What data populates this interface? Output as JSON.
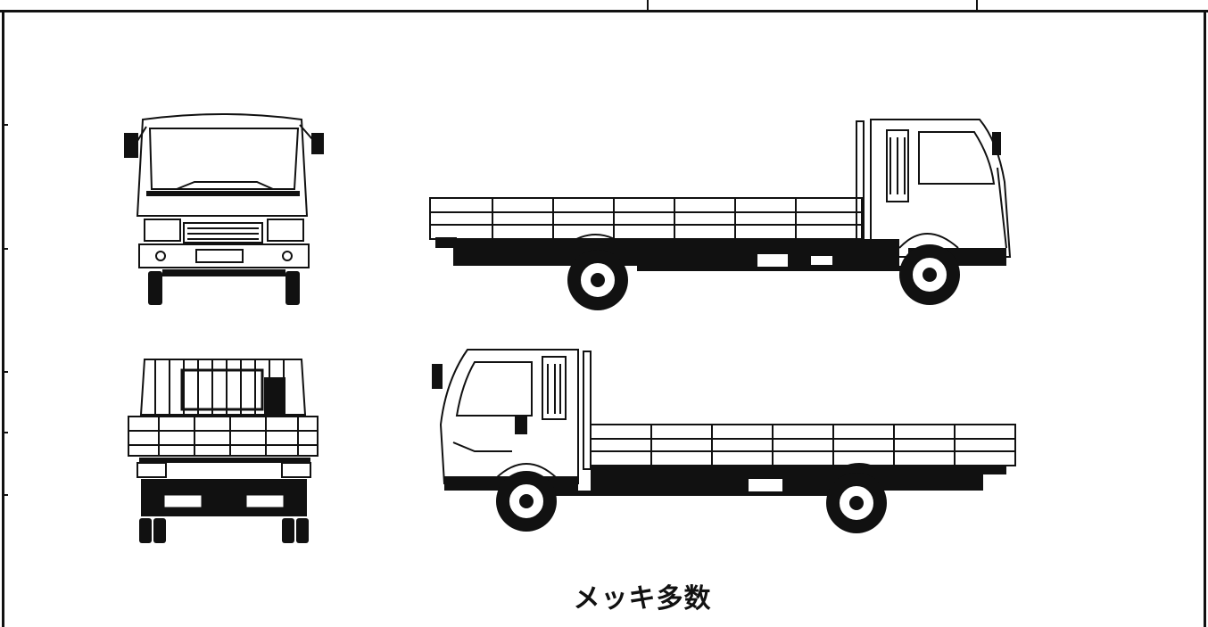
{
  "caption": "メッキ多数",
  "views": {
    "front": "truck-front-view",
    "rear": "truck-rear-view",
    "right": "truck-right-side-view",
    "left": "truck-left-side-view"
  },
  "colors": {
    "ink": "#111111",
    "paper": "#ffffff"
  }
}
